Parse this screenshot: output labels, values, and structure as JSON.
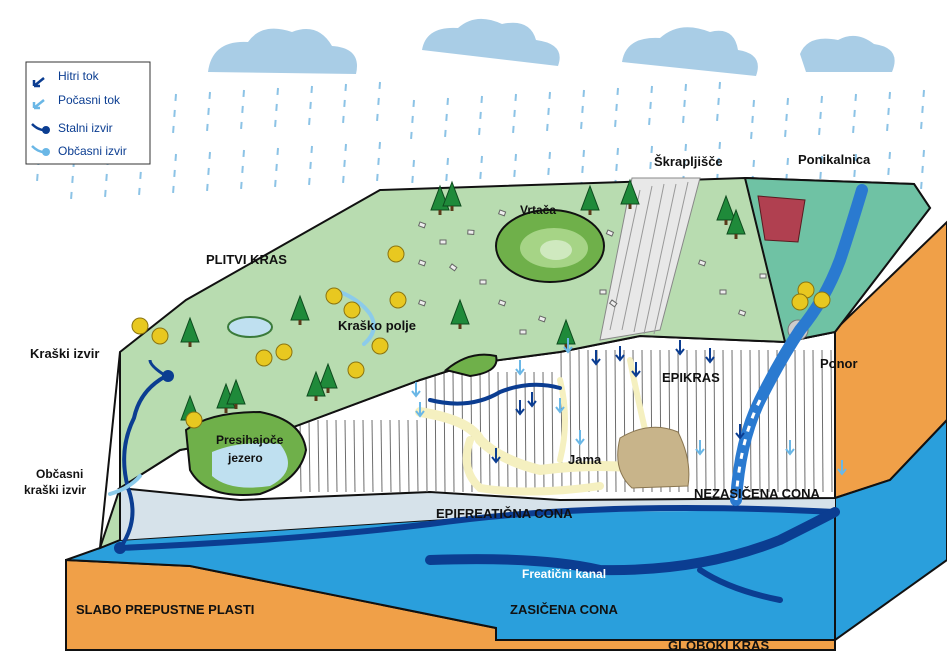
{
  "legend": {
    "items": [
      {
        "label": "Hitri tok",
        "icon": "fast-flow-arrow-icon",
        "color": "#0b3d91"
      },
      {
        "label": "Počasni tok",
        "icon": "slow-flow-arrow-icon",
        "color": "#6ab7e6"
      },
      {
        "label": "Stalni izvir",
        "icon": "permanent-spring-icon",
        "color": "#0b3d91"
      },
      {
        "label": "Občasni izvir",
        "icon": "intermittent-spring-icon",
        "color": "#6ab7e6"
      }
    ]
  },
  "labels": {
    "plitvi_kras": "PLITVI KRAS",
    "krasko_polje": "Kraško polje",
    "vrtaca": "Vrtača",
    "skrapljisce": "Škrapljišče",
    "ponikalnica": "Ponikalnica",
    "ponor": "Ponor",
    "kraski_izvir": "Kraški izvir",
    "obcasni_line1": "Občasni",
    "obcasni_line2": "kraški izvir",
    "presihajoce_line1": "Presihajoče",
    "presihajoce_line2": "jezero",
    "epikras": "EPIKRAS",
    "jama": "Jama",
    "nezasicena_cona": "NEZASIČENA CONA",
    "epifreaticna_cona": "EPIFREATIČNA CONA",
    "freaticni_kanal": "Freatični kanal",
    "zasicena_cona": "ZASIČENA CONA",
    "slabo_prepustne": "SLABO PREPUSTNE PLASTI",
    "globoki_kras": "GLOBOKI KRAS"
  },
  "colors": {
    "surface": "#b8dcb0",
    "phreatic": "#2a9fdc",
    "epiphreatic": "#d6e2ea",
    "impermeable": "#f0a048",
    "fast_flow": "#0b3d91",
    "slow_flow": "#6ab7e6",
    "cave": "#f5f0c0",
    "tree": "#1f8a3a",
    "shrub": "#e8c820",
    "cloud": "#a9cde6"
  }
}
